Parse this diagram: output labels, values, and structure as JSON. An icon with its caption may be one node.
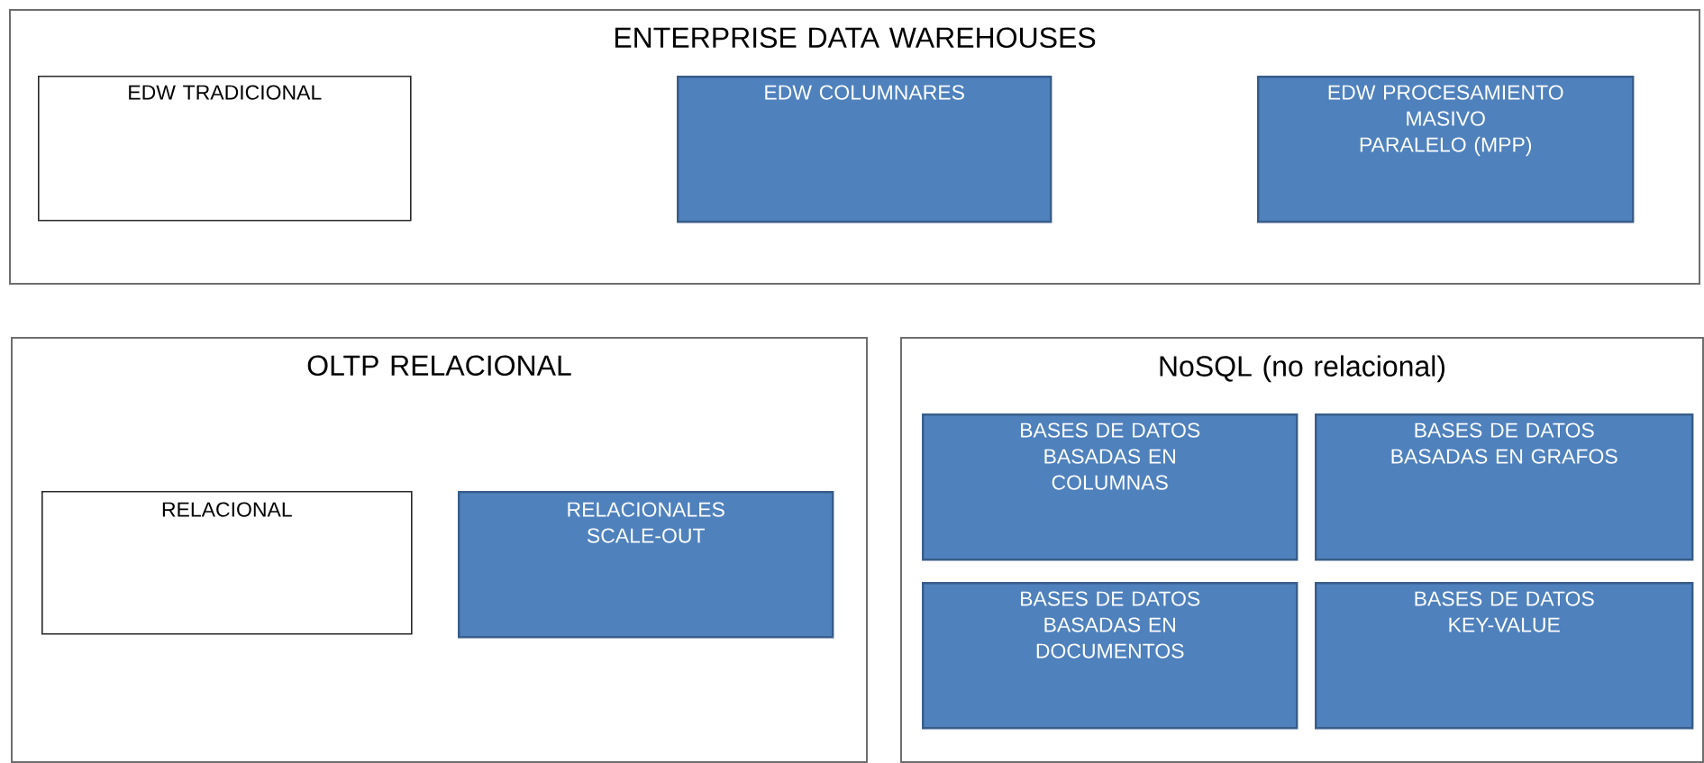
{
  "diagram": {
    "nodes": [
      {
        "text": [
          "ENTERPRISE DATA WAREHOUSES"
        ]
      },
      {
        "text": [
          "EDW TRADICIONAL"
        ],
        "in": 0
      },
      {
        "text": [
          "EDW COLUMNARES"
        ],
        "in": 0
      },
      {
        "text": [
          "EDW PROCESAMIENTO MASIVO PARALELO (MPP)"
        ],
        "in": 0
      },
      {
        "text": [
          "OLTP RELACIONAL"
        ]
      },
      {
        "text": [
          "RELACIONAL"
        ],
        "in": 4
      },
      {
        "text": [
          "RELACIONALES SCALE-OUT"
        ],
        "in": 4
      },
      {
        "text": [
          "NoSQL (no relacional)"
        ]
      },
      {
        "text": [
          "BASES DE DATOS BASADAS EN COLUMNAS"
        ],
        "in": 7
      },
      {
        "text": [
          "BASES DE DATOS BASADAS EN GRAFOS"
        ],
        "in": 7
      },
      {
        "text": [
          "BASES DE DATOS BASADAS EN DOCUMENTOS"
        ],
        "in": 7
      },
      {
        "text": [
          "BASES DE DATOS KEY-VALUE"
        ],
        "in": 7
      }
    ]
  }
}
